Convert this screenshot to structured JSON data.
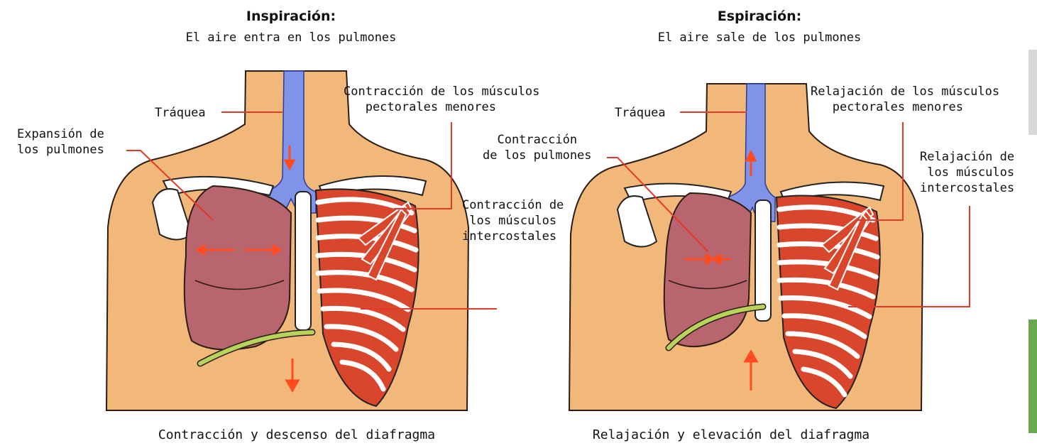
{
  "colors": {
    "skin": "#f2b87a",
    "skin_outline": "#2b1d12",
    "lung": "#b9656f",
    "trachea": "#7f94e8",
    "muscle": "#d9462b",
    "bone": "#ffffff",
    "diaphragm": "#b8d35c",
    "leader_line": "#e23a2a",
    "arrow": "#ff4b1f"
  },
  "inspiration": {
    "title": "Inspiración:",
    "subtitle": "El aire entra en los pulmones",
    "label_trachea": "Tráquea",
    "label_lungs": "Expansión de\nlos pulmones",
    "label_pectoral": "Contracción de los músculos\n   pectorales menores",
    "label_intercostal": "Contracción de\n los músculos\nintercostales",
    "caption": "Contracción y descenso del diafragma"
  },
  "expiration": {
    "title": "Espiración:",
    "subtitle": "El aire sale de los pulmones",
    "label_trachea": "Tráquea",
    "label_lungs": "  Contracción\nde los pulmones",
    "label_pectoral": "Relajación de los músculos\n   pectorales menores",
    "label_intercostal": "Relajación de\n los músculos\nintercostales",
    "caption": "Relajación y elevación del diafragma"
  }
}
